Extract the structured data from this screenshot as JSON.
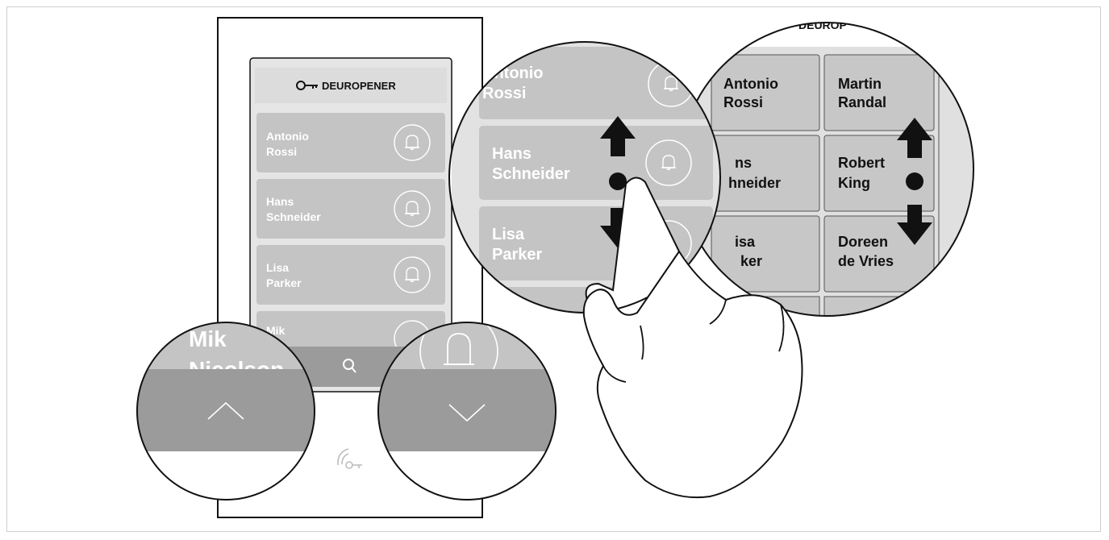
{
  "header": {
    "title": "DEUROPENER",
    "icon": "key-icon"
  },
  "residents": [
    {
      "first": "Antonio",
      "last": "Rossi"
    },
    {
      "first": "Hans",
      "last": "Schneider"
    },
    {
      "first": "Lisa",
      "last": "Parker"
    },
    {
      "first": "Mik",
      "last": "Nicolson"
    }
  ],
  "grid_names": [
    {
      "first": "Antonio",
      "last": "Rossi"
    },
    {
      "first": "Martin",
      "last": "Randal"
    },
    {
      "first": "Hans",
      "last": "Schneider"
    },
    {
      "first": "Robert",
      "last": "King"
    },
    {
      "first": "Lisa",
      "last": "Parker"
    },
    {
      "first": "Doreen",
      "last": "de Vries"
    }
  ],
  "grid_partial": {
    "header": "DEUROP",
    "r1c1_last": "Rossi",
    "r2c1_first": "ns",
    "r2c1_last": "hneider",
    "r3c1_first": "isa",
    "r3c1_last": "ker"
  },
  "zoom_left": {
    "first": "Mik",
    "last": "Nicolson"
  },
  "icons": {
    "bell": "bell-icon",
    "search": "search-icon",
    "up": "chevron-up-icon",
    "down": "chevron-down-icon",
    "nfc_key": "nfc-key-icon"
  },
  "colors": {
    "panel_gray": "#c7c7c7",
    "bar_gray": "#9b9b9b",
    "line": "#111111"
  }
}
